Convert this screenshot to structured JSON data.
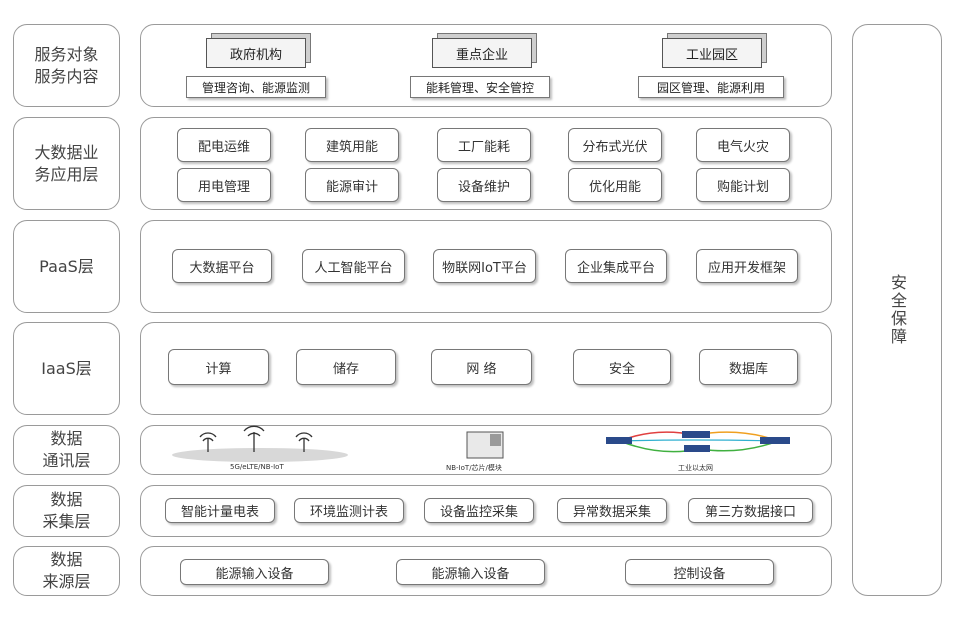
{
  "layers": {
    "service_object": {
      "label": "服务对象\n服务内容",
      "items": [
        {
          "title": "政府机构",
          "desc": "管理咨询、能源监测"
        },
        {
          "title": "重点企业",
          "desc": "能耗管理、安全管控"
        },
        {
          "title": "工业园区",
          "desc": "园区管理、能源利用"
        }
      ]
    },
    "bigdata": {
      "label": "大数据业\n务应用层",
      "row1": [
        "配电运维",
        "建筑用能",
        "工厂能耗",
        "分布式光伏",
        "电气火灾"
      ],
      "row2": [
        "用电管理",
        "能源审计",
        "设备维护",
        "优化用能",
        "购能计划"
      ]
    },
    "paas": {
      "label": "PaaS层",
      "items": [
        "大数据平台",
        "人工智能平台",
        "物联网IoT平台",
        "企业集成平台",
        "应用开发框架"
      ]
    },
    "iaas": {
      "label": "IaaS层",
      "items": [
        "计算",
        "储存",
        "网 络",
        "安全",
        "数据库"
      ]
    },
    "comm": {
      "label": "数据\n通讯层",
      "captions": [
        "5G/eLTE/NB-IoT",
        "NB-IoT/芯片/模块",
        "工业以太网"
      ]
    },
    "collect": {
      "label": "数据\n采集层",
      "items": [
        "智能计量电表",
        "环境监测计表",
        "设备监控采集",
        "异常数据采集",
        "第三方数据接口"
      ]
    },
    "source": {
      "label": "数据\n来源层",
      "items": [
        "能源输入设备",
        "能源输入设备",
        "控制设备"
      ]
    }
  },
  "security": "安全保障"
}
